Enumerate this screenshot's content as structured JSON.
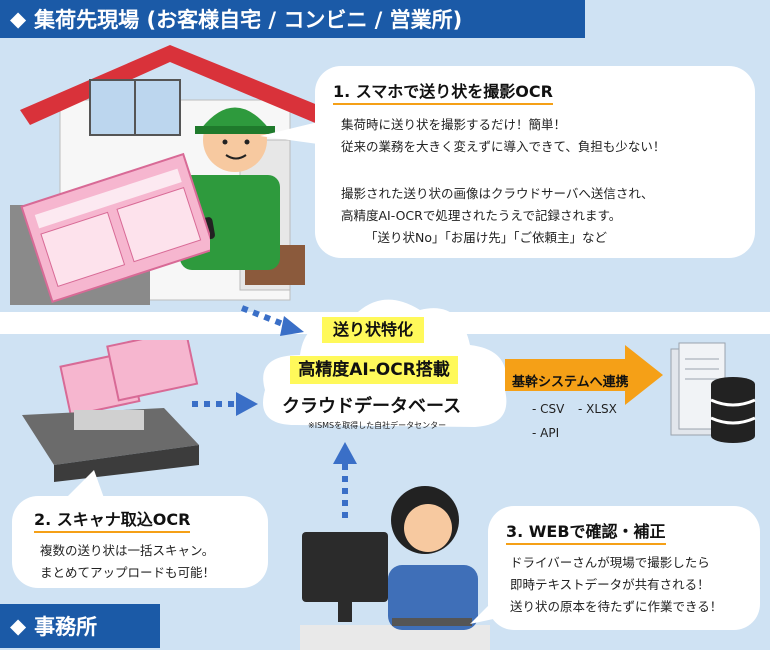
{
  "header_top": {
    "marker": "◆",
    "title": "集荷先現場 (お客様自宅 / コンビニ / 営業所)"
  },
  "header_bottom": {
    "marker": "◆",
    "title": "事務所"
  },
  "step1": {
    "title": "1. スマホで送り状を撮影OCR",
    "lines": [
      "集荷時に送り状を撮影するだけ！簡単！",
      "従来の業務を大きく変えずに導入できて、負担も少ない！",
      "撮影された送り状の画像はクラウドサーバへ送信され、",
      "高精度AI-OCRで処理されたうえで記録されます。",
      "「送り状No」「お届け先」「ご依頼主」など"
    ]
  },
  "step2": {
    "title": "2. スキャナ取込OCR",
    "lines": [
      "複数の送り状は一括スキャン。",
      "まとめてアップロードも可能！"
    ]
  },
  "step3": {
    "title": "3. WEBで確認・補正",
    "lines": [
      "ドライバーさんが現場で撮影したら",
      "即時テキストデータが共有される！",
      "送り状の原本を待たずに作業できる！"
    ]
  },
  "cloud": {
    "tag1": "送り状特化",
    "tag2": "高精度AI-OCR搭載",
    "title": "クラウドデータベース",
    "note": "※ISMSを取得した自社データセンター"
  },
  "integration": {
    "label": "基幹システムへ連携",
    "formats": [
      "- CSV",
      "- XLSX",
      "- API"
    ]
  },
  "colors": {
    "header": "#1b5aa7",
    "band": "#cfe2f3",
    "accent": "#f5a017",
    "highlight": "#fff95a",
    "arrow": "#3a6fc7"
  },
  "icons": [
    "house-illustration",
    "delivery-worker-illustration",
    "waybill-form-icon",
    "scanner-illustration",
    "office-worker-illustration",
    "document-stack-icon",
    "database-icon"
  ]
}
